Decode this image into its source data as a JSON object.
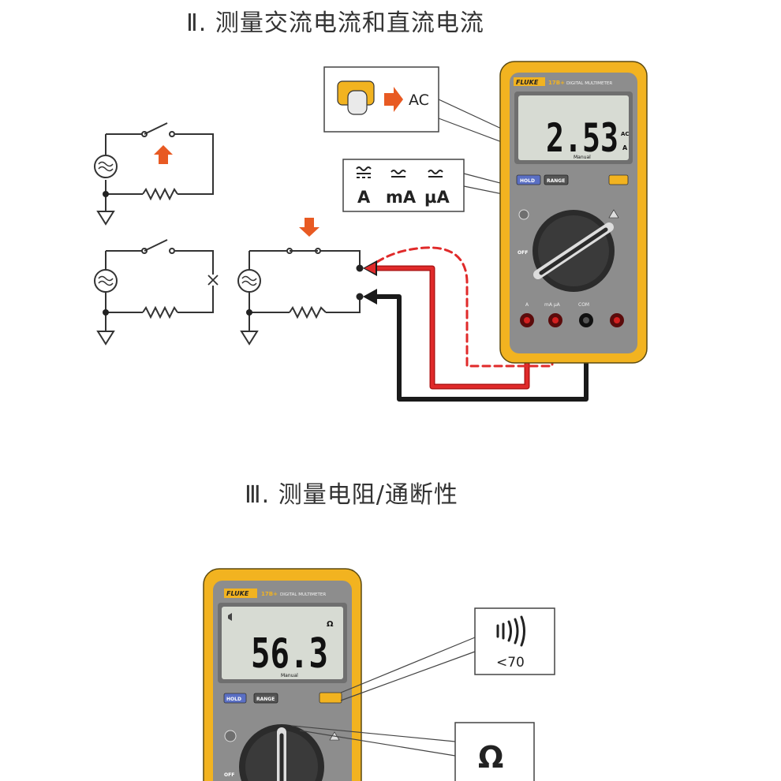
{
  "section2": {
    "title": "Ⅱ. 测量交流电流和直流电流"
  },
  "section3": {
    "title": "Ⅲ. 测量电阻/通断性"
  },
  "callout_ac": {
    "label": "AC"
  },
  "callout_units": {
    "unit_a": "A",
    "unit_ma": "mA",
    "unit_ua": "µA"
  },
  "meter1": {
    "brand": "FLUKE",
    "model": "17B+",
    "model_desc": "DIGITAL MULTIMETER",
    "reading": "2.53",
    "unit_top": "AC",
    "unit_bottom": "A",
    "mode": "Manual",
    "hold_label": "HOLD",
    "range_label": "RANGE",
    "off_label": "OFF",
    "jack_a": "A",
    "jack_ma": "mA µA",
    "jack_com": "COM"
  },
  "meter2": {
    "brand": "FLUKE",
    "model": "17B+",
    "model_desc": "DIGITAL MULTIMETER",
    "reading": "56.3",
    "unit": "Ω",
    "mode": "Manual",
    "hold_label": "HOLD",
    "range_label": "RANGE",
    "off_label": "OFF"
  },
  "callout_continuity": {
    "label": "<70"
  },
  "callout_ohm": {
    "label": "Ω"
  },
  "colors": {
    "meter_yellow": "#f2b320",
    "meter_grey": "#8a8a8a",
    "lcd": "#d7dbd3",
    "lead_red": "#d32020",
    "lead_black": "#1a1a1a",
    "arrow_orange": "#e85a23",
    "hold_blue": "#5a6fc4"
  }
}
